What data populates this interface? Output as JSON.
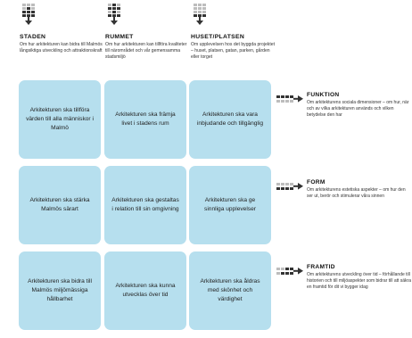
{
  "columns": [
    {
      "icon": "building-stack-icon",
      "title": "STADEN",
      "description": "Om hur arkitekturen kan bidra till Malmös långsiktiga utveckling och attraktionskraft"
    },
    {
      "icon": "room-stack-icon",
      "title": "RUMMET",
      "description": "Om hur arkitekturen kan tillföra kvaliteter till närområdet och vår gemensamma stadsmiljö"
    },
    {
      "icon": "house-grid-icon",
      "title": "HUSET/PLATSEN",
      "description": "Om upplevelsen hos det byggda projektet – huset, platsen, gatan, parken, gården eller torget"
    }
  ],
  "rows": [
    {
      "icon": "arrow-right-icon",
      "title": "FUNKTION",
      "description": "Om arkitekturens sociala dimensioner – om hur, när och av vilka arkitekturen används och vilken betydelse den har"
    },
    {
      "icon": "arrow-right-icon",
      "title": "FORM",
      "description": "Om arkitekturens estetiska aspekter – om hur den ser ut, berör och stimulerar våra sinnen"
    },
    {
      "icon": "arrow-right-icon",
      "title": "FRAMTID",
      "description": "Om arkitekturens utveckling över tid – förhållande till historien och till miljöaspekter som bidrar till att säkra en framtid för dit vi bygger idag"
    }
  ],
  "cells": [
    [
      "Arkitekturen ska tillföra värden till alla människor i Malmö",
      "Arkitekturen ska främja livet i stadens rum",
      "Arkitekturen ska vara inbjudande och tillgänglig"
    ],
    [
      "Arkitekturen ska stärka Malmös särart",
      "Arkitekturen ska gestaltas i relation till sin omgivning",
      "Arkitekturen ska ge sinnliga upplevelser"
    ],
    [
      "Arkitekturen ska bidra till Malmös miljömässiga hållbarhet",
      "Arkitekturen ska kunna utvecklas över tid",
      "Arkitekturen ska åldras med skönhet och värdighet"
    ]
  ],
  "colors": {
    "cell_fill": "#b6dfee",
    "icon_dark": "#333333",
    "icon_light": "#bdbdbd"
  }
}
